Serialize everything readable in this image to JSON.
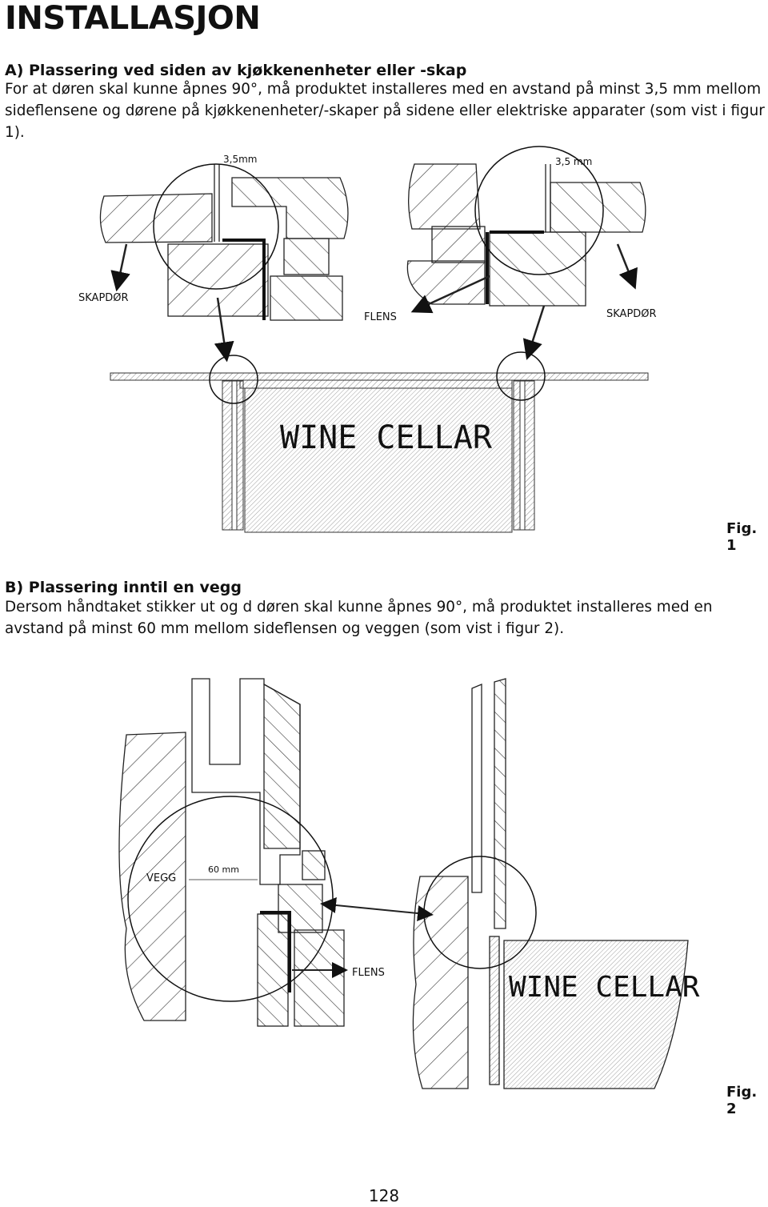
{
  "page": {
    "title": "INSTALLASJON",
    "page_number": "128"
  },
  "section_a": {
    "heading": "A) Plassering ved siden av kjøkkenenheter eller -skap",
    "text": "For at døren skal kunne åpnes 90°, må produktet installeres med en avstand på minst 3,5 mm mellom sideflensene og dørene på kjøkkenenheter/-skaper på sidene eller elektriske apparater (som vist i figur 1)."
  },
  "figure1": {
    "gap_left": "3,5mm",
    "gap_right": "3,5 mm",
    "label_left_door": "SKAPDØR",
    "label_flange": "FLENS",
    "label_right_door": "SKAPDØR",
    "product_text": "WINE CELLAR",
    "caption": "Fig. 1"
  },
  "section_b": {
    "heading": "B) Plassering inntil en vegg",
    "text": "Dersom håndtaket stikker ut og d døren skal kunne åpnes 90°, må produktet installeres med en avstand på minst 60 mm mellom sideflensen og veggen (som vist i figur 2)."
  },
  "figure2": {
    "label_wall": "VEGG",
    "gap": "60 mm",
    "label_flange": "FLENS",
    "product_text": "WINE CELLAR",
    "caption": "Fig. 2"
  }
}
